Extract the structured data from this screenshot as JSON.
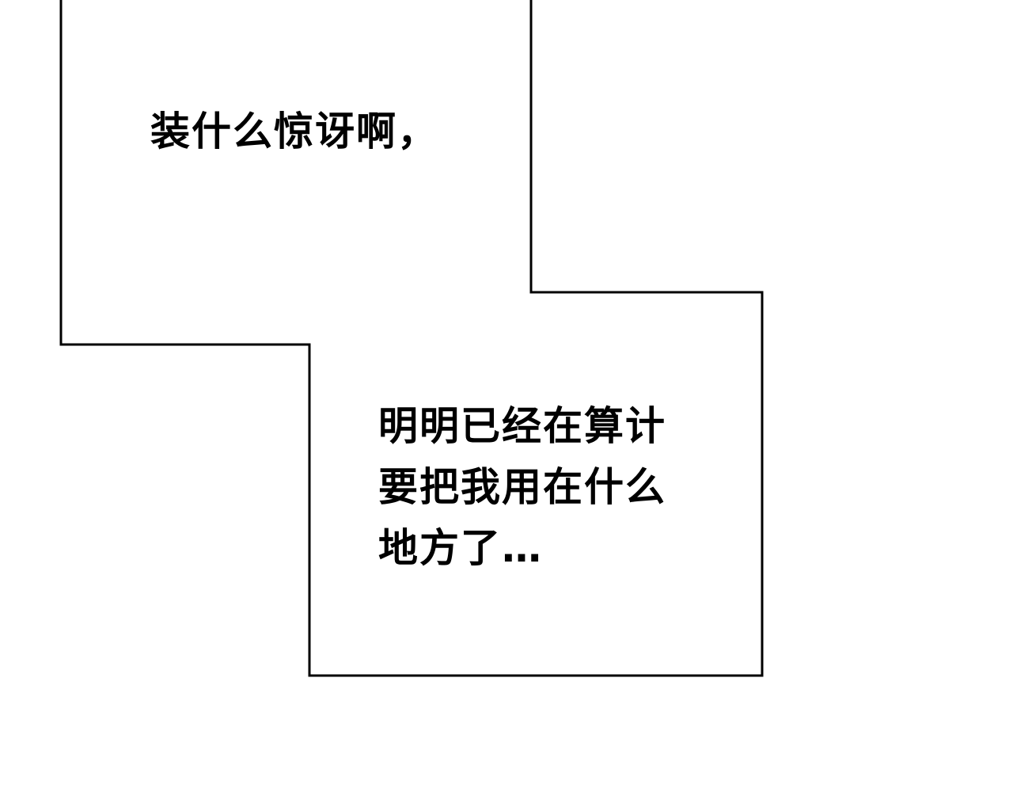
{
  "panel_colors": {
    "background": "#ffffff",
    "border": "#000000",
    "text": "#000000"
  },
  "bubble_top": {
    "text": "装什么惊讶啊，"
  },
  "bubble_bottom": {
    "lines": [
      "明明已经在算计",
      "要把我用在什么",
      "地方了…"
    ]
  }
}
